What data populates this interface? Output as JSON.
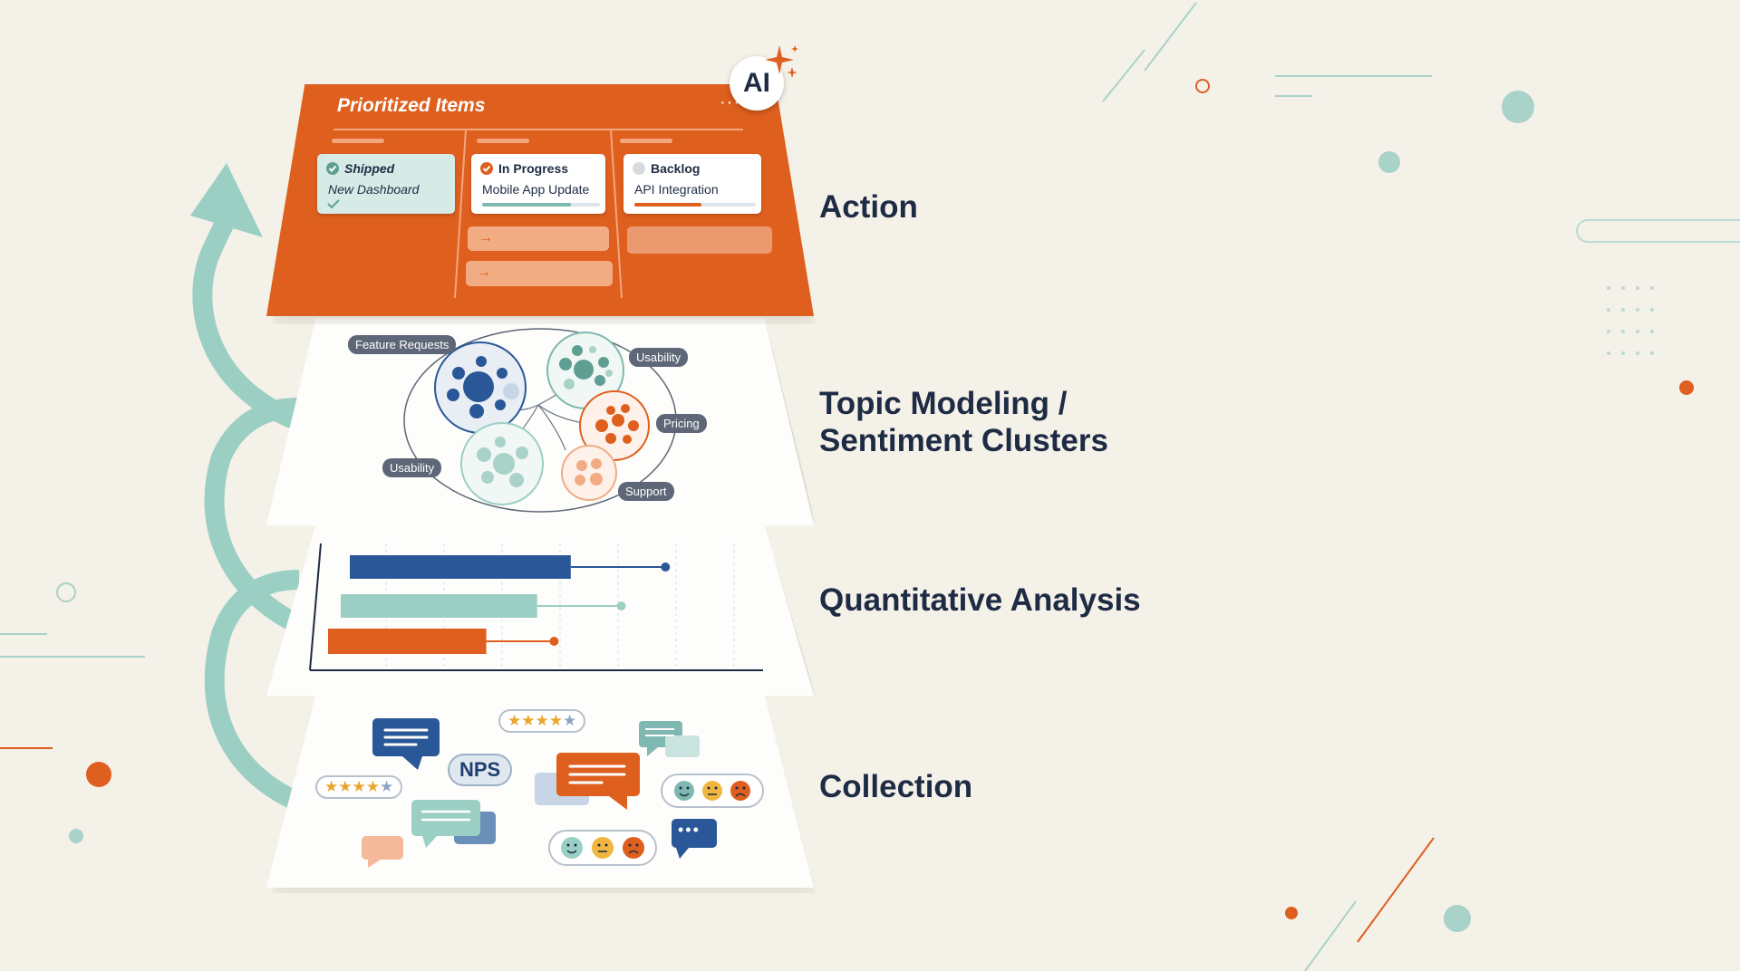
{
  "layers": {
    "action": {
      "label": "Action"
    },
    "topics": {
      "label_line1": "Topic Modeling /",
      "label_line2": "Sentiment Clusters"
    },
    "quant": {
      "label": "Quantitative Analysis"
    },
    "collection": {
      "label": "Collection"
    }
  },
  "kanban": {
    "title": "Prioritized Items",
    "menu": "···",
    "ai_badge": "AI",
    "columns": [
      {
        "status": "Shipped",
        "item": "New Dashboard",
        "progress": 1.0
      },
      {
        "status": "In Progress",
        "item": "Mobile App Update",
        "progress": 0.75
      },
      {
        "status": "Backlog",
        "item": "API Integration",
        "progress": 0.55
      }
    ]
  },
  "clusters": {
    "labels": [
      "Feature Requests",
      "Usability",
      "Pricing",
      "Usability",
      "Support"
    ]
  },
  "bars": {
    "values": [
      0.81,
      0.72,
      0.58
    ]
  },
  "collection": {
    "nps": "NPS",
    "rating_a": {
      "filled": "★★★★",
      "empty": "★"
    },
    "rating_b": {
      "filled": "★★★★",
      "empty": "★"
    },
    "chat_dots": "•••"
  },
  "colors": {
    "orange": "#de5f1e",
    "navy": "#2a5797",
    "teal": "#9ccfc4",
    "dark_text": "#1e2b44",
    "background": "#f4f1e8"
  }
}
